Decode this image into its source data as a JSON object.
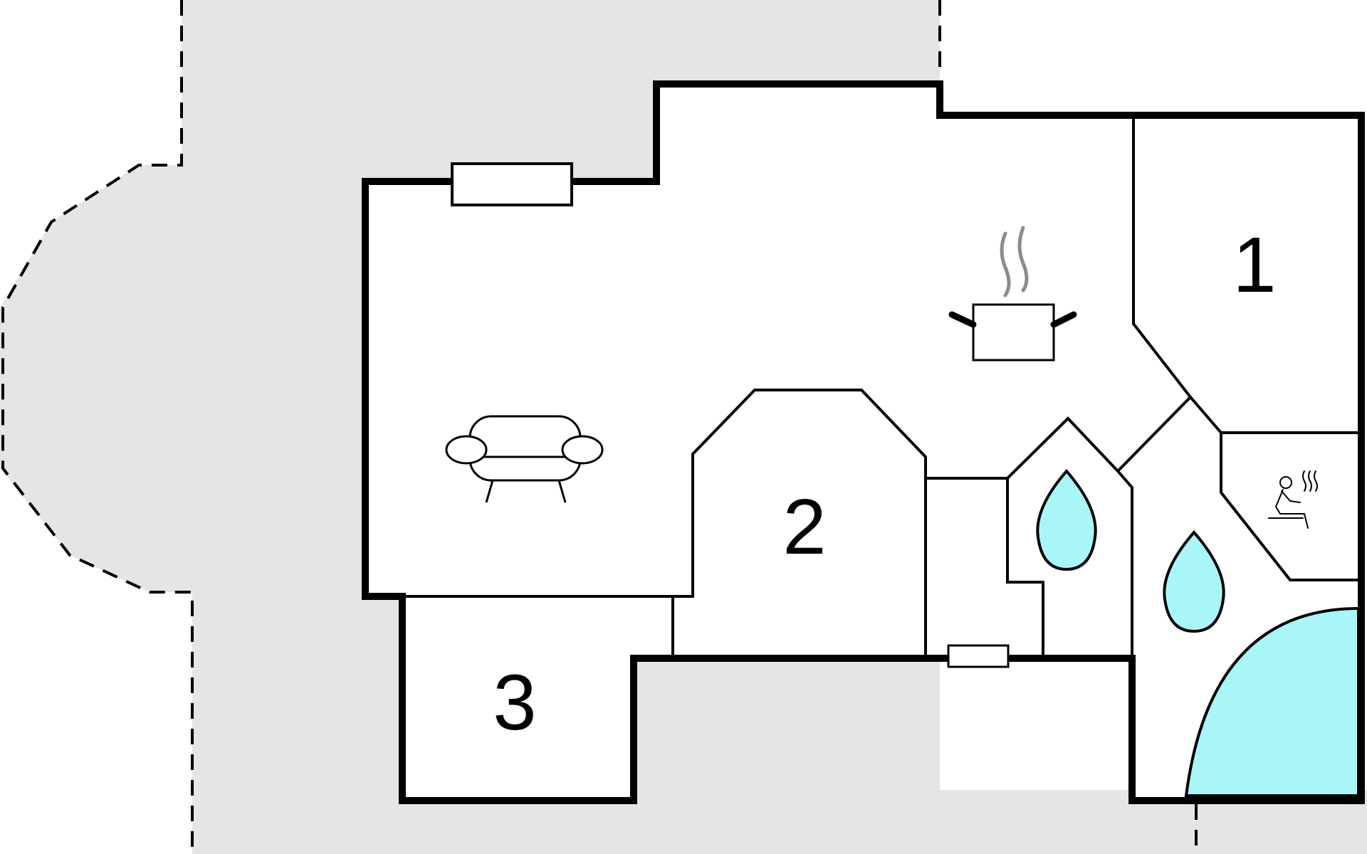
{
  "colors": {
    "outdoor_area": "#e5e5e5",
    "wall": "#000000",
    "interior": "#ffffff",
    "water": "#a8f6f8",
    "steam": "#8c8c8c",
    "terrace_outline": "#000000"
  },
  "rooms": [
    {
      "label": "1"
    },
    {
      "label": "2"
    },
    {
      "label": "3"
    }
  ],
  "icons": [
    "sofa-icon",
    "cooking-pot-icon",
    "sauna-icon",
    "water-drop-icon",
    "pool-icon"
  ]
}
